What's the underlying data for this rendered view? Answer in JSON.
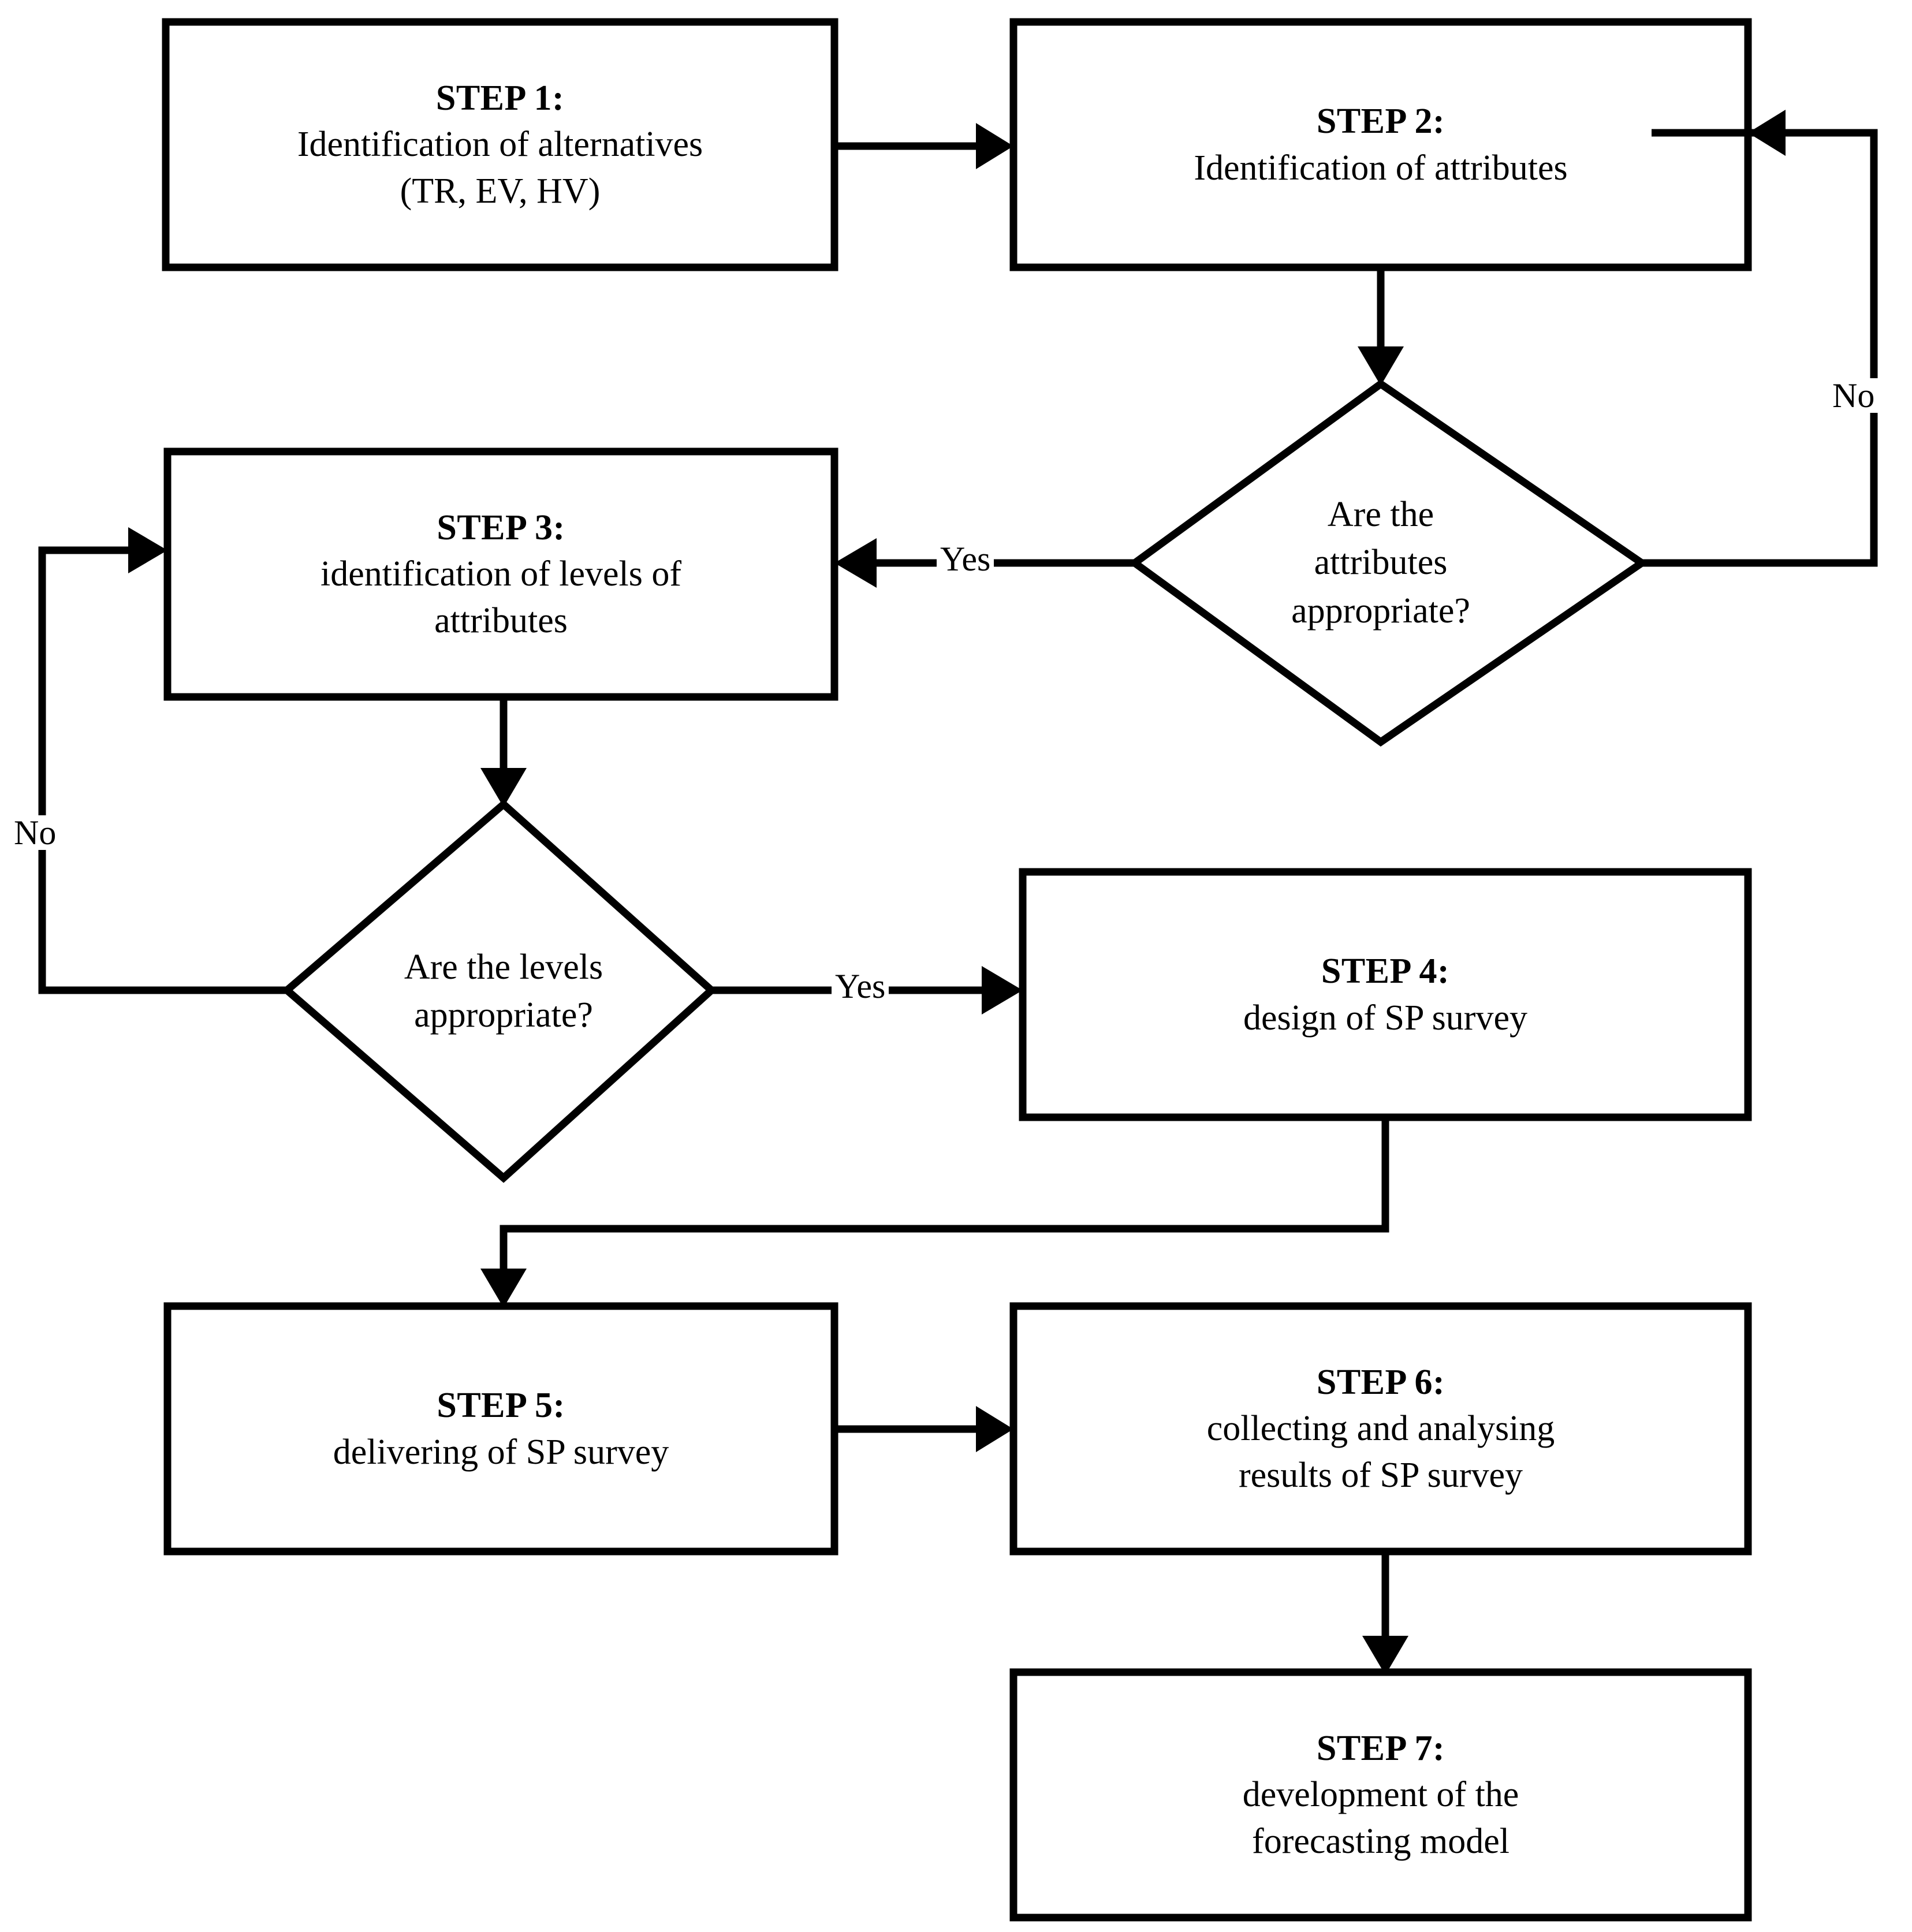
{
  "diagram": {
    "type": "flowchart",
    "title": "",
    "orientation": "top-to-bottom",
    "background_color": "#ffffff",
    "line_color": "#000000",
    "text_color": "#000000"
  },
  "nodes": {
    "step1": {
      "shape": "rectangle",
      "title": "STEP 1:",
      "line1": "Identification of alternatives",
      "line2": "(TR, EV, HV)"
    },
    "step2": {
      "shape": "rectangle",
      "title": "STEP 2:",
      "line1": "Identification of attributes",
      "line2": ""
    },
    "decision1": {
      "shape": "diamond",
      "line1": "Are the",
      "line2": "attributes",
      "line3": "appropriate?"
    },
    "step3": {
      "shape": "rectangle",
      "title": "STEP 3:",
      "line1": "identification of levels of",
      "line2": "attributes"
    },
    "decision2": {
      "shape": "diamond",
      "line1": "Are the levels",
      "line2": "appropriate?",
      "line3": ""
    },
    "step4": {
      "shape": "rectangle",
      "title": "STEP 4:",
      "line1": "design of SP survey",
      "line2": ""
    },
    "step5": {
      "shape": "rectangle",
      "title": "STEP 5:",
      "line1": "delivering of SP survey",
      "line2": ""
    },
    "step6": {
      "shape": "rectangle",
      "title": "STEP 6:",
      "line1": "collecting and analysing",
      "line2": "results of SP survey"
    },
    "step7": {
      "shape": "rectangle",
      "title": "STEP 7:",
      "line1": "development of the",
      "line2": "forecasting model"
    }
  },
  "edge_labels": {
    "decision1_no": "No",
    "decision1_yes": "Yes",
    "decision2_no": "No",
    "decision2_yes": "Yes"
  }
}
